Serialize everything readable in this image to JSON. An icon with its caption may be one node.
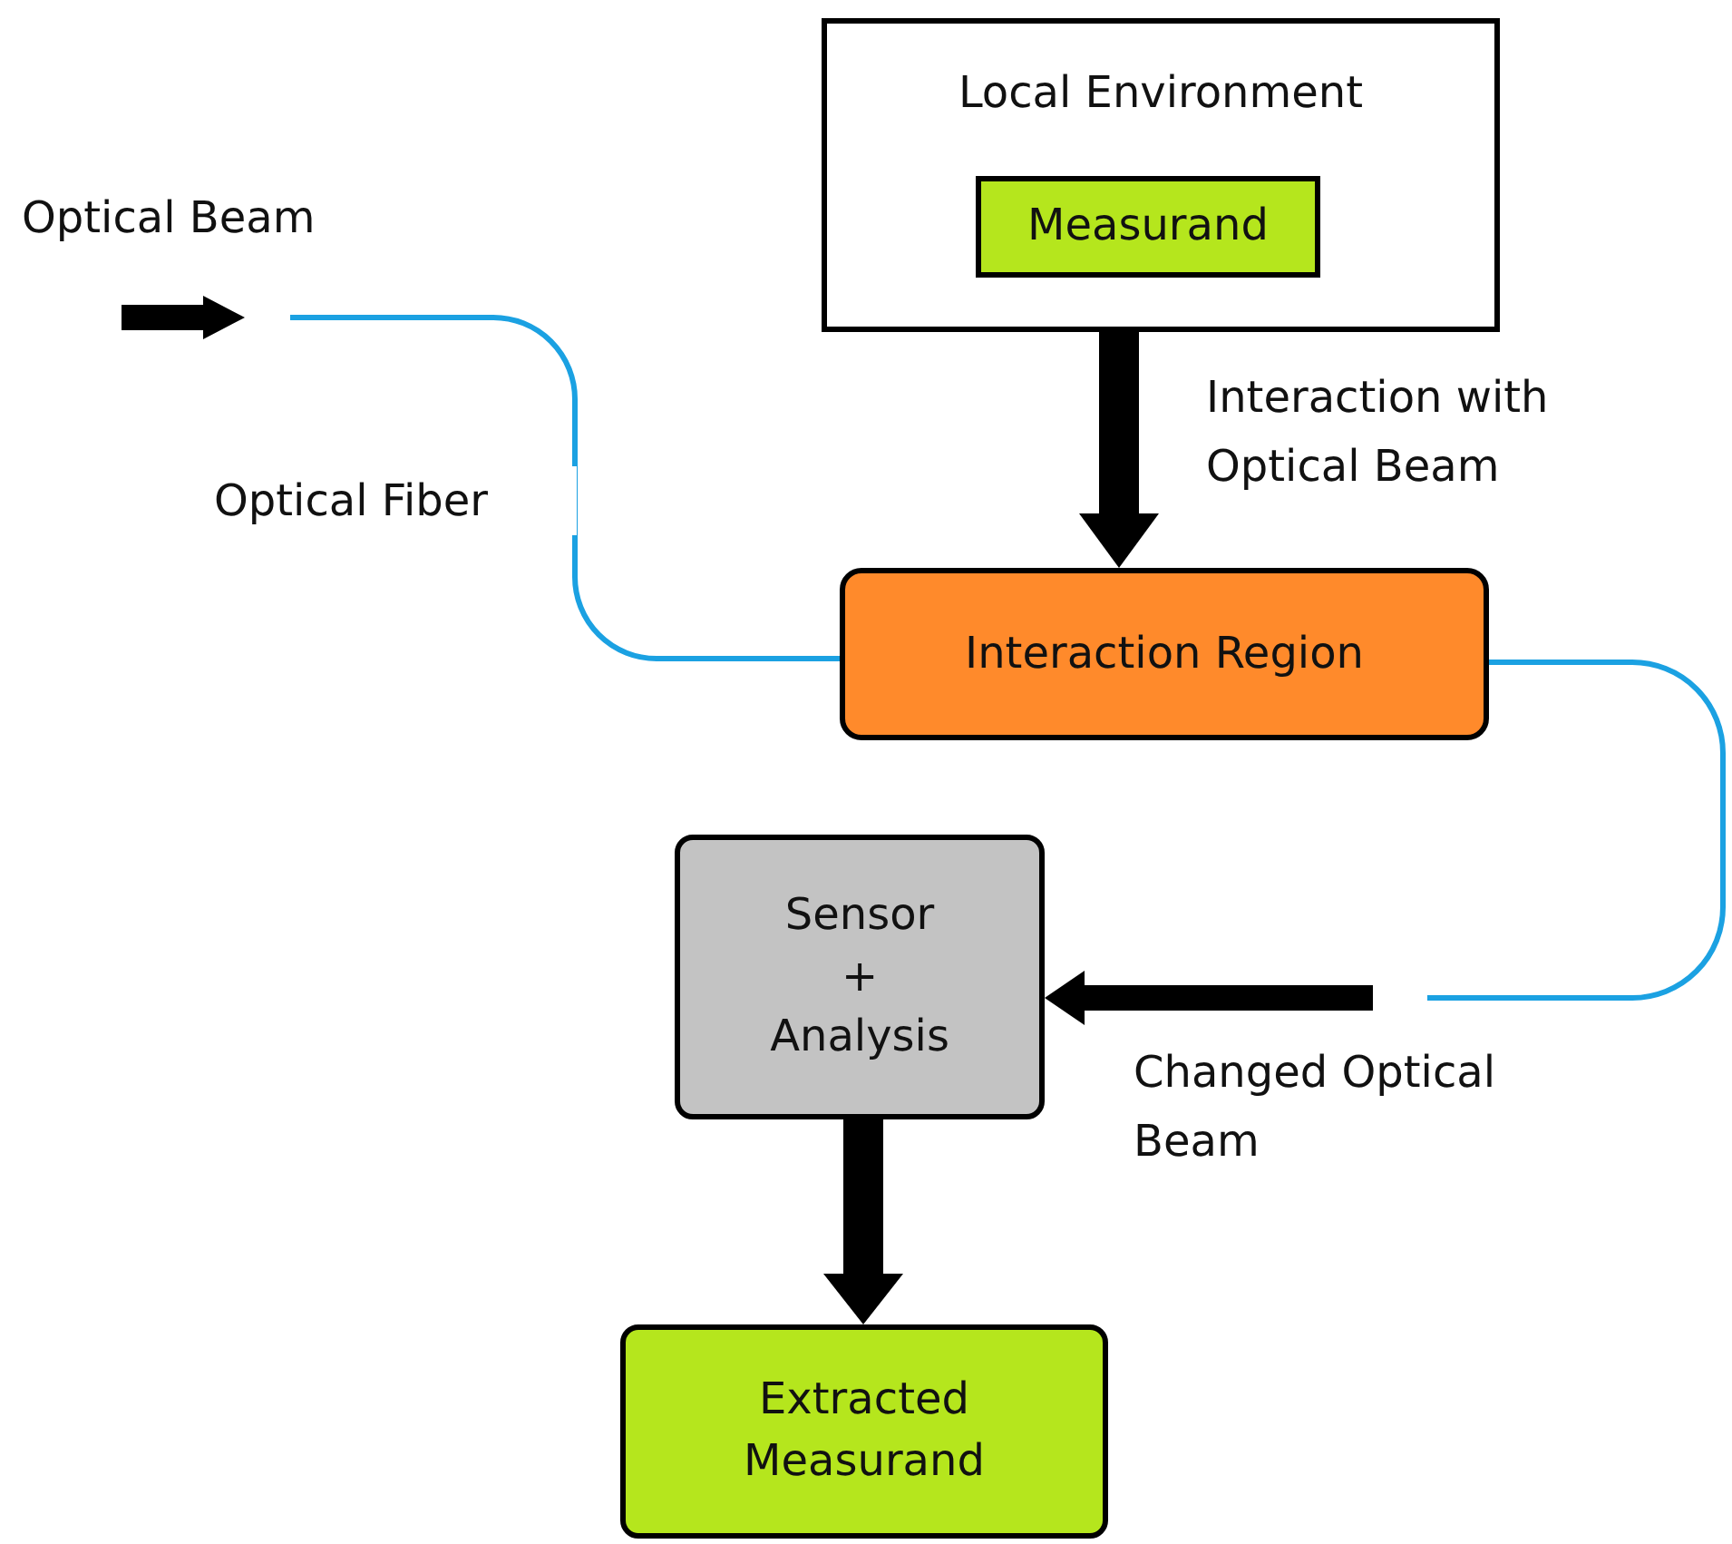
{
  "diagram": {
    "nodes": [
      {
        "text": [
          "Local Environment"
        ]
      },
      {
        "text": [
          "Measurand"
        ],
        "in": 0
      },
      {
        "text": [
          "Interaction Region"
        ]
      },
      {
        "text": [
          "Sensor + Analysis"
        ]
      },
      {
        "text": [
          "Extracted Measurand"
        ]
      }
    ],
    "edges": [
      {
        "from": 1,
        "to": 2,
        "arrow": "to",
        "label": "Interaction with Optical Beam"
      },
      {
        "from": null,
        "to": 2,
        "arrow": "none",
        "color": "#1ba1e2",
        "label": "Optical Fiber"
      },
      {
        "from": 2,
        "to": null,
        "arrow": "none",
        "color": "#1ba1e2"
      },
      {
        "from": null,
        "to": 3,
        "arrow": "to",
        "label": "Changed Optical Beam"
      },
      {
        "from": 3,
        "to": 4,
        "arrow": "to"
      }
    ],
    "labels": [
      "Optical Beam"
    ]
  }
}
